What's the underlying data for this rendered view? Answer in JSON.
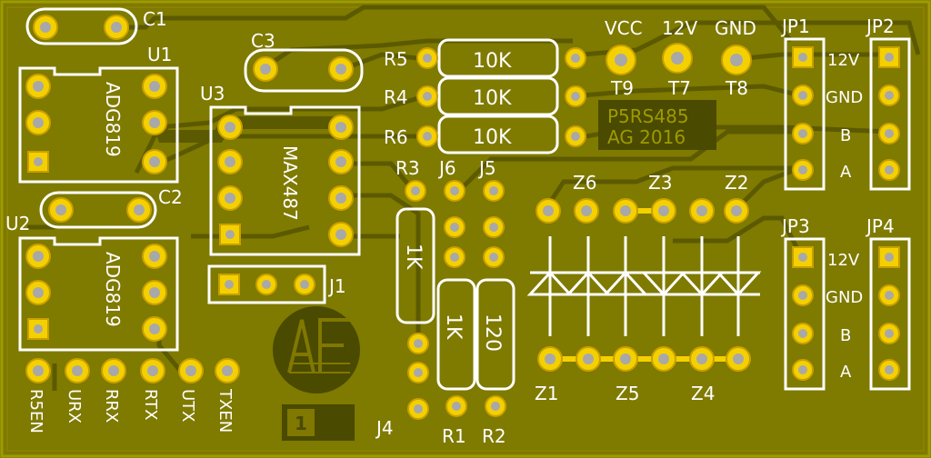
{
  "board": {
    "colors": {
      "substrate": "#807800",
      "copper_pour": "#9c9c00",
      "trace": "#5c5a00",
      "silk": "#ffffff",
      "pad": "#f5d000",
      "pad_ring": "#c8a000",
      "drill": "#a8a8a8",
      "dark_silk": "#4a4a00"
    },
    "texts": {
      "c1": "C1",
      "c2": "C2",
      "c3": "C3",
      "u1": "U1",
      "u2": "U2",
      "u3": "U3",
      "adg1": "ADG819",
      "adg2": "ADG819",
      "max487": "MAX487",
      "j1": "J1",
      "j4": "J4",
      "j5": "J5",
      "j6": "J6",
      "r1": "R1",
      "r2": "R2",
      "r3": "R3",
      "r4": "R4",
      "r5": "R5",
      "r6": "R6",
      "r4_val": "10K",
      "r5_val": "10K",
      "r6_val": "10K",
      "r1_val": "1K",
      "r3_val": "1K",
      "r2_val": "120",
      "vcc": "VCC",
      "v12": "12V",
      "gnd": "GND",
      "t7": "T7",
      "t8": "T8",
      "t9": "T9",
      "jp1": "JP1",
      "jp2": "JP2",
      "jp3": "JP3",
      "jp4": "JP4",
      "jp12v_a": "12V",
      "jpgnd_a": "GND",
      "jpb_a": "B",
      "jpa_a": "A",
      "jp12v_b": "12V",
      "jpgnd_b": "GND",
      "jpb_b": "B",
      "jpa_b": "A",
      "z1": "Z1",
      "z2": "Z2",
      "z3": "Z3",
      "z4": "Z4",
      "z5": "Z5",
      "z6": "Z6",
      "brand1": "P5RS485",
      "brand2": "AG 2016",
      "r5en": "R5EN",
      "urx": "URX",
      "rrx": "RRX",
      "rtx": "RTX",
      "utx": "UTX",
      "txen": "TXEN",
      "logo_num": "1"
    }
  }
}
